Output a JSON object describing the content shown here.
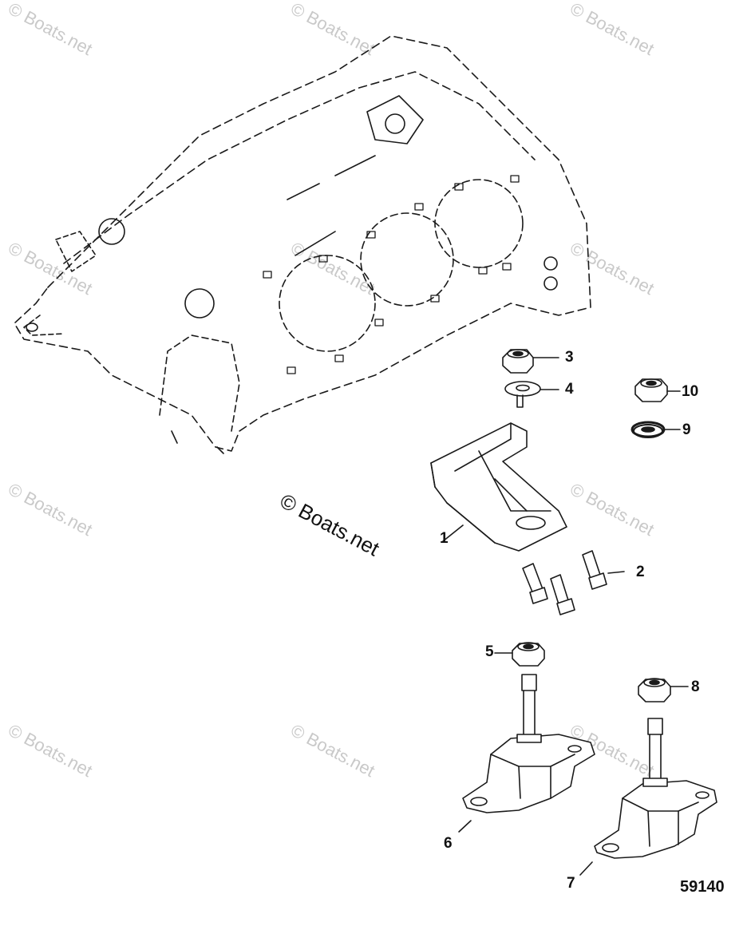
{
  "watermark": "© Boats.net",
  "copyright": "© Boats.net",
  "figure_number": "59140",
  "callouts": {
    "c1": "1",
    "c2": "2",
    "c3": "3",
    "c4": "4",
    "c5": "5",
    "c6": "6",
    "c7": "7",
    "c8": "8",
    "c9": "9",
    "c10": "10"
  },
  "colors": {
    "line": "#1a1a1a",
    "watermark": "#c9c9c9",
    "background": "#ffffff"
  }
}
